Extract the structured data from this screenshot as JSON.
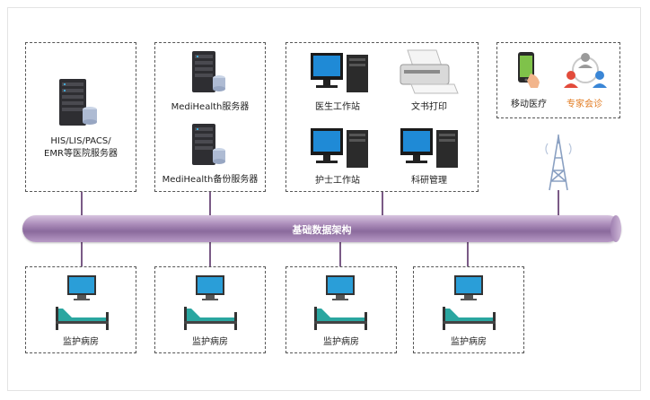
{
  "diagram": {
    "bus_label": "基础数据架构",
    "servers": {
      "his": "HIS/LIS/PACS/",
      "his2": "EMR等医院服务器",
      "main": "MediHealth服务器",
      "backup": "MediHealth备份服务器"
    },
    "stations": {
      "doctor": "医生工作站",
      "printer": "文书打印",
      "nurse": "护士工作站",
      "research": "科研管理"
    },
    "mobile": {
      "mobile_label": "移动医疗",
      "expert_label": "专家会诊"
    },
    "wards": [
      "监护病房",
      "监护病房",
      "监护病房",
      "监护病房"
    ],
    "colors": {
      "bus": "#9b7cab",
      "line": "#7a5a86",
      "expert": "#e27a1f",
      "monitor": "#2a9ed8",
      "bed": "#2aa6a0"
    }
  }
}
